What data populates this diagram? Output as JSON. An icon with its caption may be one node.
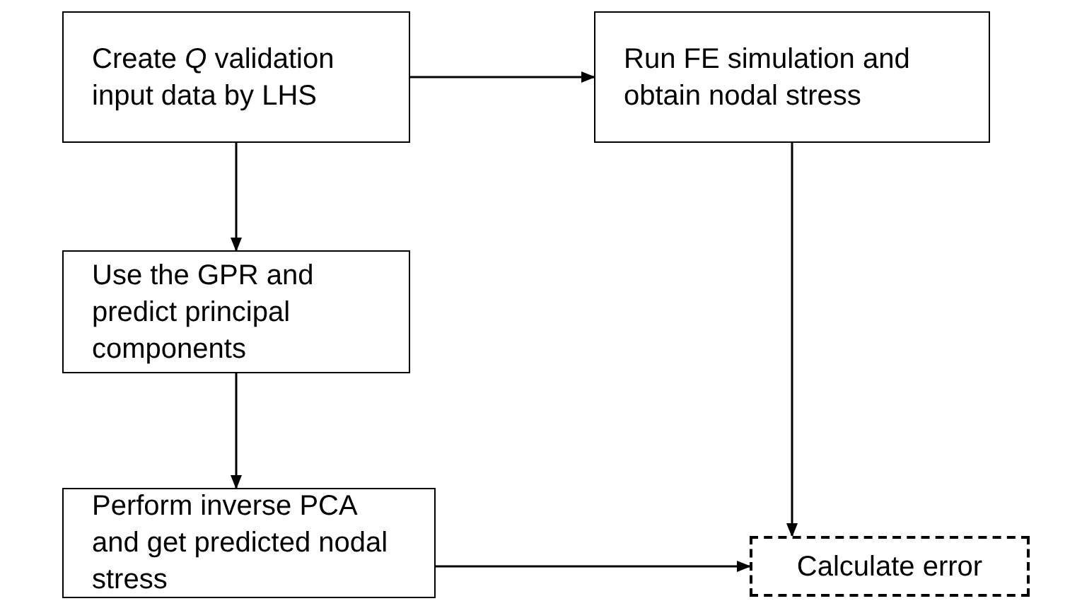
{
  "diagram": {
    "nodes": [
      {
        "text": [
          "Create *Q* validation input data by LHS"
        ]
      },
      {
        "text": [
          "Run FE simulation and obtain nodal stress"
        ]
      },
      {
        "text": [
          "Use the GPR and predict principal components"
        ]
      },
      {
        "text": [
          "Perform inverse PCA and get predicted nodal stress"
        ]
      },
      {
        "text": [
          "Calculate error"
        ]
      }
    ],
    "edges": [
      {
        "from": 0,
        "to": 1,
        "arrow": "to"
      },
      {
        "from": 0,
        "to": 2,
        "arrow": "to"
      },
      {
        "from": 2,
        "to": 3,
        "arrow": "to"
      },
      {
        "from": 1,
        "to": 4,
        "arrow": "to"
      },
      {
        "from": 3,
        "to": 4,
        "arrow": "to"
      }
    ]
  }
}
